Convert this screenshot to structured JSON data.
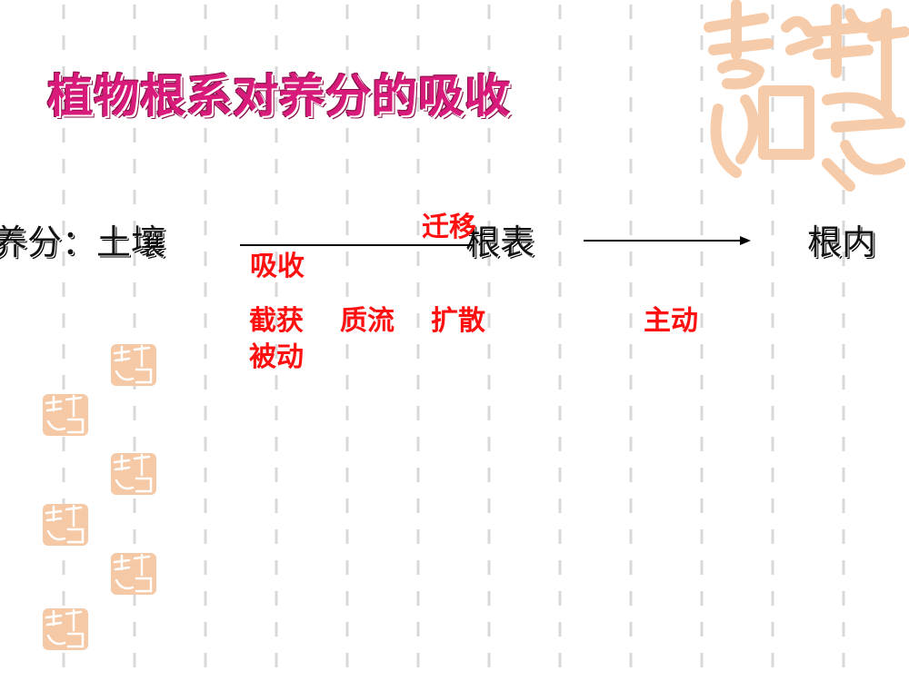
{
  "slide": {
    "title": "植物根系对养分的吸收",
    "flow": {
      "left": "养分：土壤",
      "middle": "根表",
      "right": "根内",
      "arrow1_top": "迁移",
      "arrow1_bottom": "吸收"
    },
    "mechanisms": {
      "items": [
        "截获",
        "质流",
        "扩散"
      ],
      "passive": "被动",
      "active": "主动"
    }
  },
  "colors": {
    "title": "#d81b7a",
    "red_text": "#ff1010",
    "seal": "#f6c9a6",
    "grid": "#d8d8d8"
  }
}
